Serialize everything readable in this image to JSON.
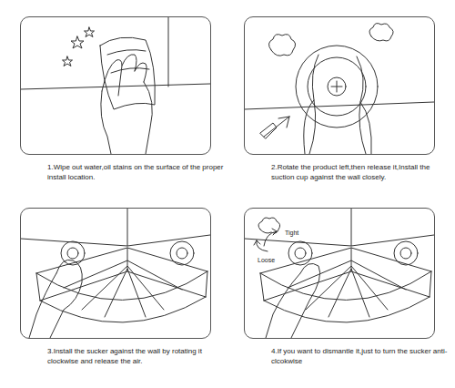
{
  "diagram": {
    "nodes": [
      {
        "text": [
          "1.Wipe out water,oil stains on the surface of the proper install location."
        ]
      },
      {
        "text": [
          "2.Rotate the product left,then release it,Install the suction cup against the wall closely."
        ]
      },
      {
        "text": [
          "3.Install the sucker against the wall by rotating it clockwise and release the air."
        ]
      },
      {
        "text": [
          "4.If you want to dismantle it,just to turn the sucker anti-clcokwise"
        ]
      }
    ],
    "labels": [
      "Tight",
      "Loose"
    ]
  }
}
